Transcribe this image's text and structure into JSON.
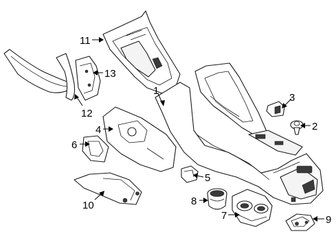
{
  "callouts": [
    {
      "id": "c1",
      "label": "1"
    },
    {
      "id": "c2",
      "label": "2"
    },
    {
      "id": "c3",
      "label": "3"
    },
    {
      "id": "c4",
      "label": "4"
    },
    {
      "id": "c5",
      "label": "5"
    },
    {
      "id": "c6",
      "label": "6"
    },
    {
      "id": "c7",
      "label": "7"
    },
    {
      "id": "c8",
      "label": "8"
    },
    {
      "id": "c9",
      "label": "9"
    },
    {
      "id": "c10",
      "label": "10"
    },
    {
      "id": "c11",
      "label": "11"
    },
    {
      "id": "c12",
      "label": "12"
    },
    {
      "id": "c13",
      "label": "13"
    }
  ]
}
